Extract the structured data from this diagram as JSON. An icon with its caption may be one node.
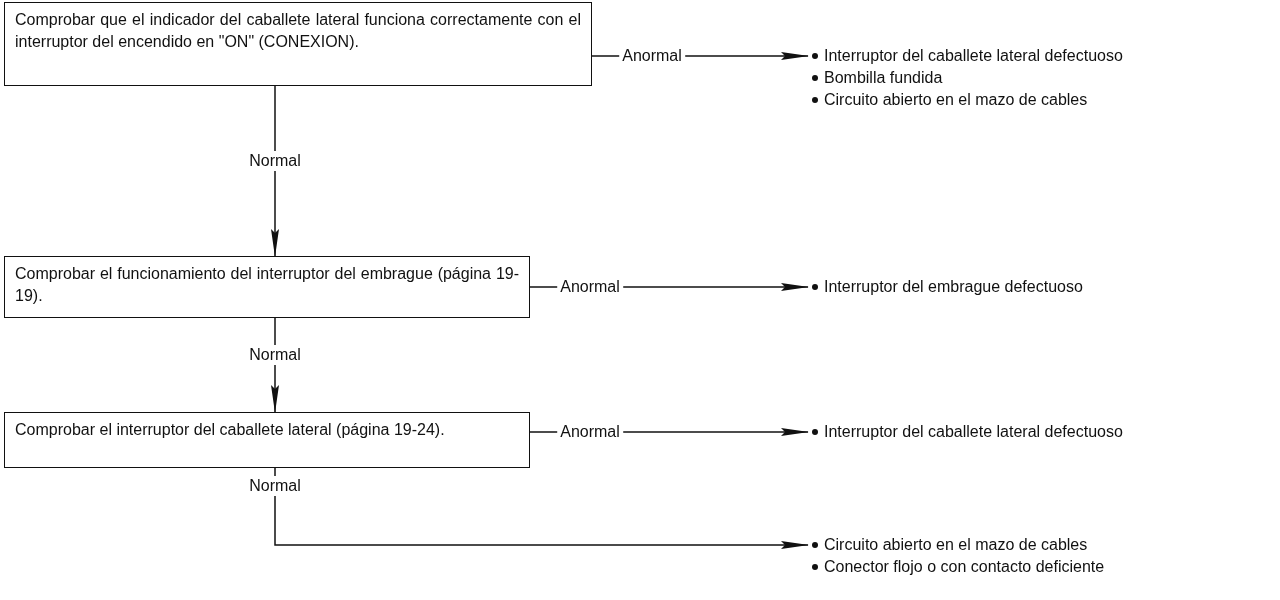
{
  "diagram": {
    "nodes": [
      {
        "text": [
          "Comprobar que el indicador del caballete lateral funciona correctamente con el interruptor del encendido en \"ON\" (CONEXION)."
        ]
      },
      {
        "text": [
          "Interruptor del caballete lateral defectuoso",
          "Bombilla fundida",
          "Circuito abierto en el mazo de cables"
        ]
      },
      {
        "text": [
          "Comprobar el funcionamiento del interruptor del embrague (página 19-19)."
        ]
      },
      {
        "text": [
          "Interruptor del embrague defectuoso"
        ]
      },
      {
        "text": [
          "Comprobar el interruptor del caballete lateral (página 19-24)."
        ]
      },
      {
        "text": [
          "Interruptor del caballete lateral defectuoso"
        ]
      },
      {
        "text": [
          "Circuito abierto en el mazo de cables",
          "Conector flojo o con contacto deficiente"
        ]
      }
    ],
    "edges": [
      {
        "from": 0,
        "to": 1,
        "arrow": "to",
        "label": "Anormal"
      },
      {
        "from": 0,
        "to": 2,
        "arrow": "to",
        "label": "Normal"
      },
      {
        "from": 2,
        "to": 3,
        "arrow": "to",
        "label": "Anormal"
      },
      {
        "from": 2,
        "to": 4,
        "arrow": "to",
        "label": "Normal"
      },
      {
        "from": 4,
        "to": 5,
        "arrow": "to",
        "label": "Anormal"
      },
      {
        "from": 4,
        "to": 6,
        "arrow": "to",
        "label": "Normal"
      }
    ]
  }
}
